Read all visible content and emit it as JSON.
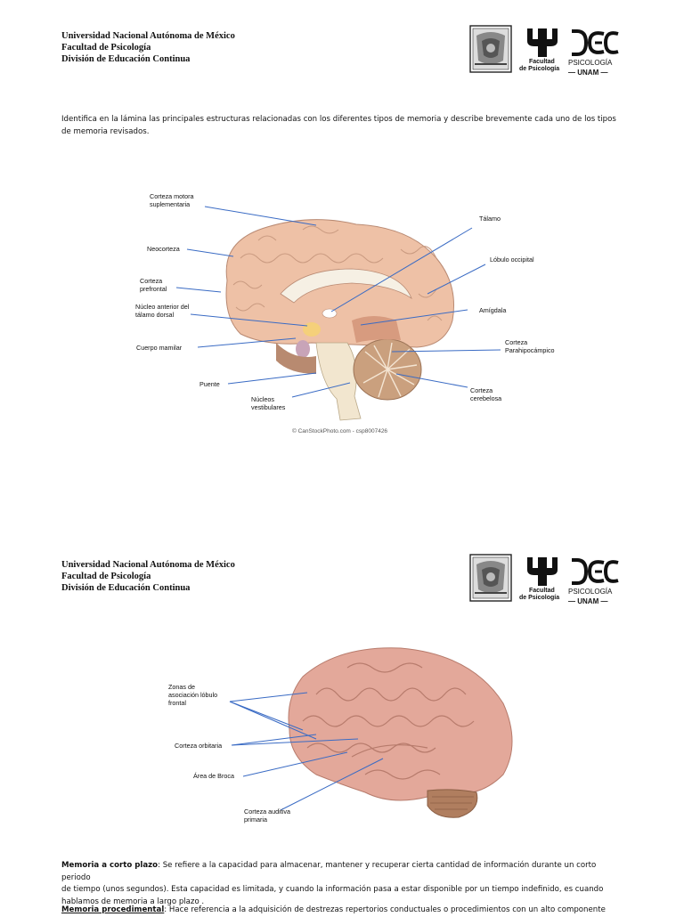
{
  "header": {
    "line1": "Universidad Nacional Autónoma de México",
    "line2": "Facultad de Psicología",
    "line3": "División de Educación Continua"
  },
  "logos": {
    "facultad": [
      "Facultad",
      "de Psicología"
    ],
    "dec_text": "DEC",
    "psicologia": "PSICOLOGÍA",
    "unam": "UNAM"
  },
  "instructions": "Identifica en la lámina las principales estructuras relacionadas con los diferentes tipos de memoria y describe brevemente cada uno de los tipos de memoria revisados.",
  "figure1": {
    "labels": {
      "corteza_motora": [
        "Corteza motora",
        "suplementaria"
      ],
      "neocorteza": "Neocorteza",
      "corteza_prefrontal": [
        "Corteza",
        "prefrontal"
      ],
      "nucleo_anterior": [
        "Núcleo anterior del",
        "tálamo dorsal"
      ],
      "cuerpo_mamilar": "Cuerpo mamilar",
      "puente": "Puente",
      "nucleos_vestibulares": [
        "Núcleos",
        "vestibulares"
      ],
      "talamo": "Tálamo",
      "lobulo_occipital": "Lóbulo occipital",
      "amigdala": "Amígdala",
      "corteza_parahipocampico": [
        "Corteza",
        "Parahipocámpico"
      ],
      "corteza_cerebelosa": [
        "Corteza",
        "cerebelosa"
      ]
    },
    "credit": "© CanStockPhoto.com - csp8007426"
  },
  "figure2": {
    "labels": {
      "zonas_asociacion": [
        "Zonas de",
        "asociación lóbulo",
        "frontal"
      ],
      "corteza_orbitaria": "Corteza orbitaria",
      "area_broca": "Área de Broca",
      "corteza_auditiva": [
        "Corteza auditiva",
        "primaria"
      ]
    }
  },
  "memoria_corto": {
    "term": "Memoria a corto plazo",
    "text_line1": ": Se refiere a la capacidad para almacenar, mantener y recuperar cierta cantidad de información durante un corto periodo",
    "text_line2": "de tiempo (unos segundos). Esta capacidad es limitada, y cuando la información pasa a estar disponible por un tiempo indefinido, es cuando",
    "text_line3": "hablamos de memoria a largo plazo ."
  },
  "memoria_procedimental": {
    "term": "Memoria procedimental",
    "text": ": Hace referencia a la adquisición de destrezas repertorios conductuales o procedimientos con un alto componente"
  },
  "colors": {
    "arrow": "#3a6bc4",
    "brain_pink": "#eec1a6",
    "brain_dark": "#d79b7f",
    "cerebellum": "#caa07e",
    "stem": "#f2e6cf",
    "real_brain": "#e3a89a"
  }
}
